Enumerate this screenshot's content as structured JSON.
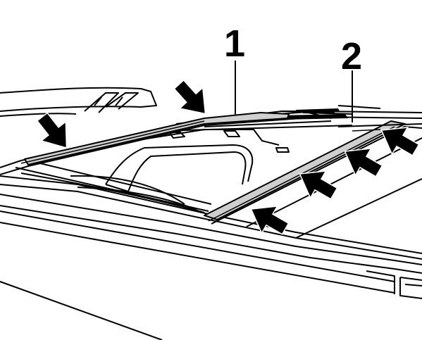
{
  "callouts": [
    {
      "id": "1",
      "label": "1"
    },
    {
      "id": "2",
      "label": "2"
    }
  ],
  "colors": {
    "line": "#000000",
    "background": "#ffffff",
    "seal_fill": "#cfcfcf",
    "arrow_fill": "#000000"
  }
}
